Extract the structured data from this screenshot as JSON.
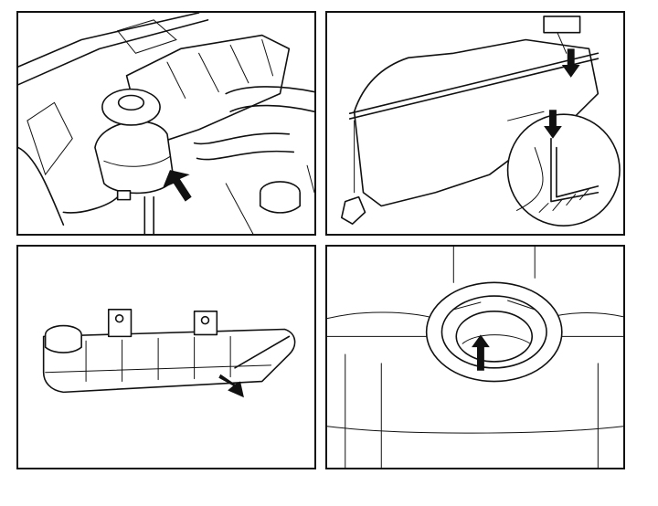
{
  "figure": {
    "panels": [
      {
        "id": "p1",
        "subject": "expansion-tank-in-engine-bay"
      },
      {
        "id": "p2",
        "subject": "tank-seam-with-detail-inset"
      },
      {
        "id": "p3",
        "subject": "removed-expansion-tank-side-view"
      },
      {
        "id": "p4",
        "subject": "filler-neck-opening"
      }
    ],
    "colors": {
      "line": "#111111",
      "background": "#ffffff",
      "arrow": "#111111"
    },
    "icons": [
      "arrow-icon"
    ]
  }
}
